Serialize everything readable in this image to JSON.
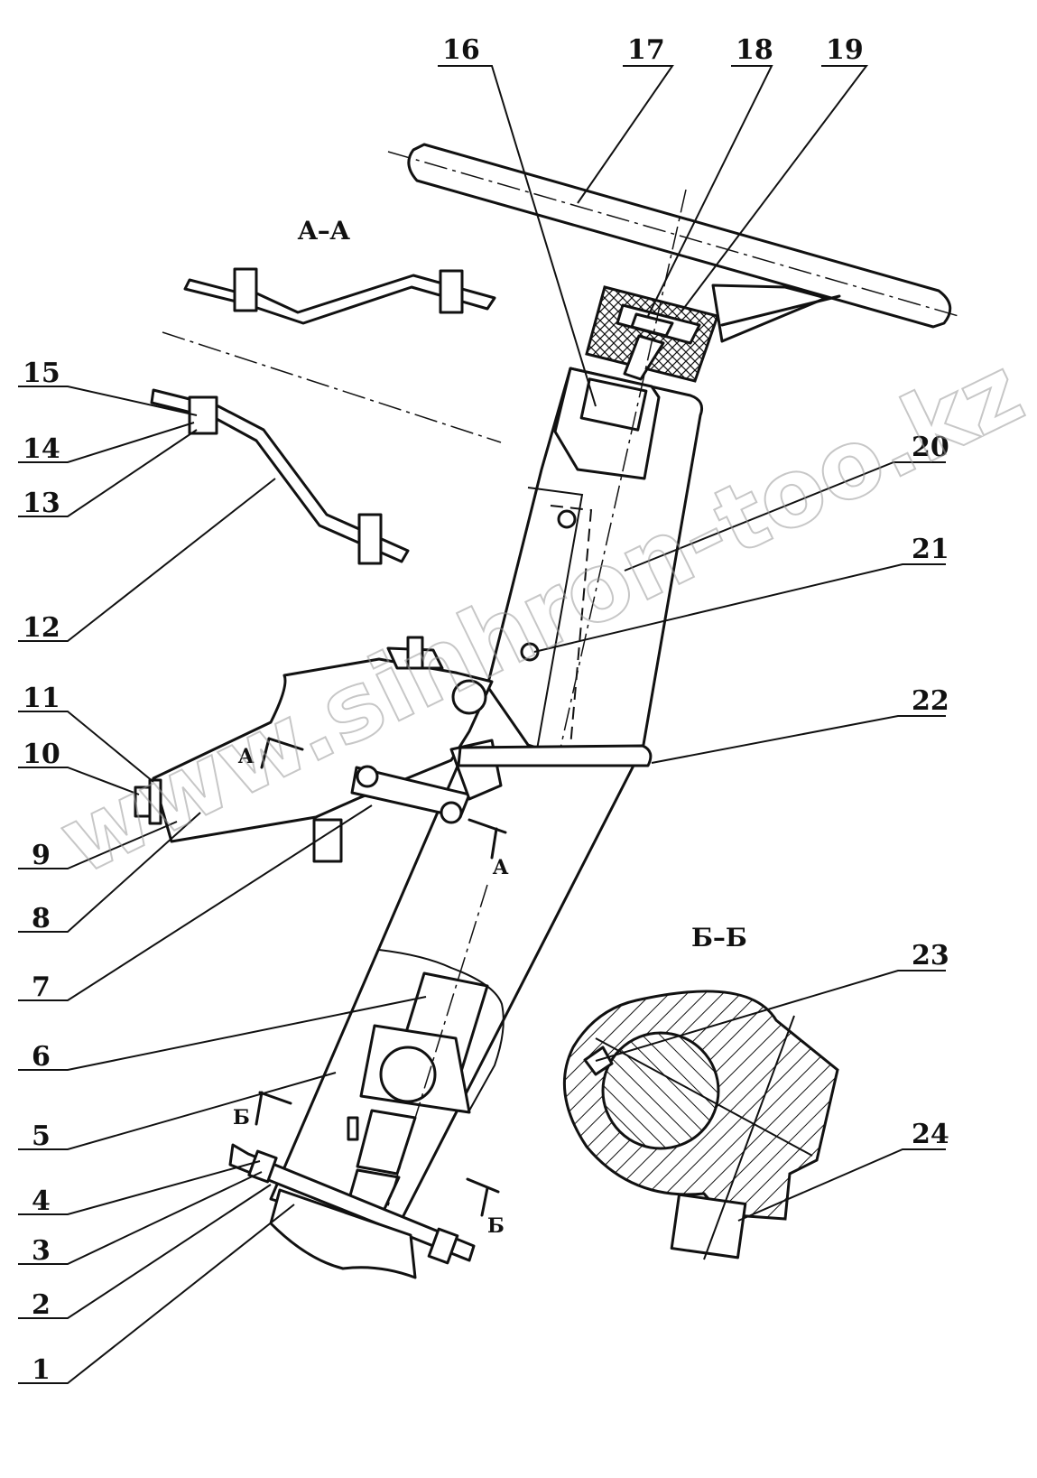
{
  "watermark": "www.sinhron-too.kz",
  "section_labels": {
    "aa": "A–A",
    "bb": "Б–Б"
  },
  "cut_marks": {
    "a_left": "A",
    "a_right": "A",
    "b_left": "Б",
    "b_right": "Б"
  },
  "callouts": [
    {
      "id": "1",
      "label": "1"
    },
    {
      "id": "2",
      "label": "2"
    },
    {
      "id": "3",
      "label": "3"
    },
    {
      "id": "4",
      "label": "4"
    },
    {
      "id": "5",
      "label": "5"
    },
    {
      "id": "6",
      "label": "6"
    },
    {
      "id": "7",
      "label": "7"
    },
    {
      "id": "8",
      "label": "8"
    },
    {
      "id": "9",
      "label": "9"
    },
    {
      "id": "10",
      "label": "10"
    },
    {
      "id": "11",
      "label": "11"
    },
    {
      "id": "12",
      "label": "12"
    },
    {
      "id": "13",
      "label": "13"
    },
    {
      "id": "14",
      "label": "14"
    },
    {
      "id": "15",
      "label": "15"
    },
    {
      "id": "16",
      "label": "16"
    },
    {
      "id": "17",
      "label": "17"
    },
    {
      "id": "18",
      "label": "18"
    },
    {
      "id": "19",
      "label": "19"
    },
    {
      "id": "20",
      "label": "20"
    },
    {
      "id": "21",
      "label": "21"
    },
    {
      "id": "22",
      "label": "22"
    },
    {
      "id": "23",
      "label": "23"
    },
    {
      "id": "24",
      "label": "24"
    }
  ]
}
